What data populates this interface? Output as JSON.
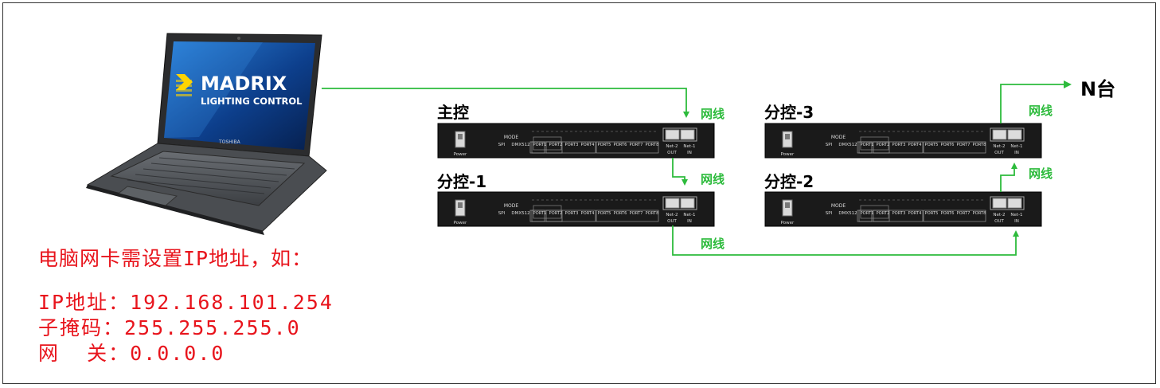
{
  "laptop": {
    "brand_line1": "MADRIX",
    "brand_line2": "LIGHTING CONTROL",
    "maker": "TOSHIBA"
  },
  "controllers": [
    {
      "id": "main",
      "label": "主控"
    },
    {
      "id": "sub1",
      "label": "分控-1"
    },
    {
      "id": "sub3",
      "label": "分控-3"
    },
    {
      "id": "sub2",
      "label": "分控-2"
    }
  ],
  "controller_panel": {
    "power": "Power",
    "mode": "MODE",
    "spi": "SPI",
    "dmx": "DMX512",
    "ports_a": [
      "PORT1",
      "PORT2",
      "PORT3",
      "PORT4"
    ],
    "ports_b": [
      "PORT5",
      "PORT6",
      "PORT7",
      "PORT8"
    ],
    "net2": "Net-2",
    "net1": "Net-1",
    "out": "OUT",
    "in": "IN"
  },
  "cable_label": "网线",
  "n_units": "N台",
  "note": {
    "title": "电脑网卡需设置IP地址，如：",
    "lines": [
      "IP地址：192.168.101.254",
      "子掩码：255.255.255.0",
      "网  关：0.0.0.0"
    ]
  },
  "colors": {
    "cable": "#2dbb3c",
    "note": "#e8141c",
    "device": "#1a1a1a"
  }
}
